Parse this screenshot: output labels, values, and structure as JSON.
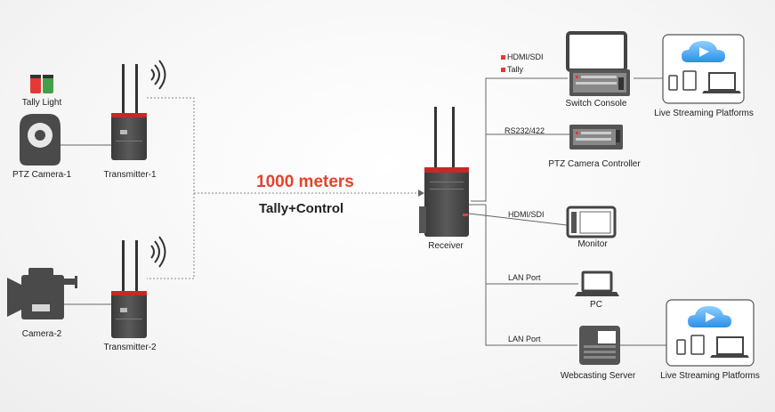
{
  "left": {
    "tally_light": "Tally Light",
    "ptz_camera_1": "PTZ Camera-1",
    "camera_2": "Camera-2",
    "transmitter_1": "Transmitter-1",
    "transmitter_2": "Transmitter-2"
  },
  "link": {
    "distance": "1000 meters",
    "signal": "Tally+Control"
  },
  "receiver": "Receiver",
  "outputs": [
    {
      "connections": [
        "HDMI/SDI",
        "Tally"
      ],
      "device": "Switch Console",
      "platform": "Live Streaming Platforms"
    },
    {
      "connection": "RS232/422",
      "device": "PTZ Camera Controller"
    },
    {
      "connection": "HDMI/SDI",
      "device": "Monitor"
    },
    {
      "connection": "LAN Port",
      "device": "PC"
    },
    {
      "connection": "LAN Port",
      "device": "Webcasting Server",
      "platform": "Live Streaming Platforms"
    }
  ],
  "colors": {
    "accent_red": "#e8412c",
    "tally_red": "#e53935",
    "tally_green": "#43a047",
    "device_dark": "#4a4a4a",
    "line": "#666666",
    "cloud_blue": "#1e88e5"
  }
}
